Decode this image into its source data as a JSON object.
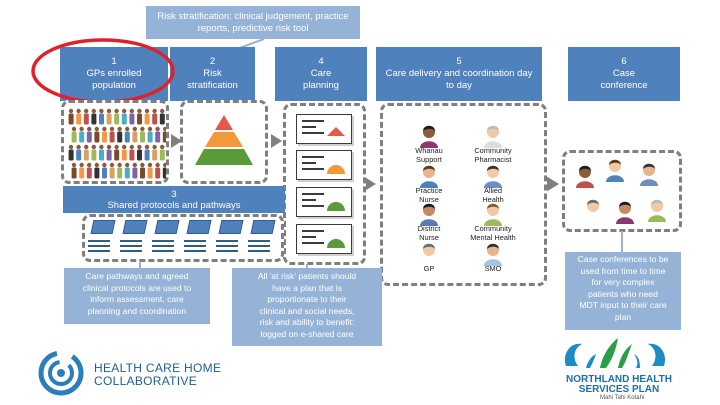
{
  "callout": {
    "text_line1": "Risk stratification: clinical judgement, practice",
    "text_line2": "reports, predictive risk tool"
  },
  "steps": [
    {
      "number": "1",
      "line1": "GPs enrolled",
      "line2": "population"
    },
    {
      "number": "2",
      "line1": "Risk",
      "line2": "stratification"
    },
    {
      "number": "4",
      "line1": "Care",
      "line2": "planning"
    },
    {
      "number": "5",
      "line1": "Care delivery and coordination day",
      "line2": "to day"
    },
    {
      "number": "6",
      "line1": "Case",
      "line2": "conference"
    }
  ],
  "shared": {
    "number": "3",
    "label": "Shared protocols and pathways"
  },
  "notes": {
    "pathways": [
      "Care pathways and agreed",
      "clinical protocols are used to",
      "inform assessment, care",
      "planning and coordination"
    ],
    "care_plan": [
      "All 'at risk' patients should",
      "have a plan that is",
      "proportionate to their",
      "clinical and social needs,",
      "risk and ability to benefit:",
      "logged on e-shared care"
    ],
    "conference": [
      "Case conferences to be",
      "used from time to time",
      "for very complex",
      "patients who need",
      "MDT input to their care",
      "plan"
    ]
  },
  "roles": [
    {
      "line1": "Whanau",
      "line2": "Support"
    },
    {
      "line1": "Community",
      "line2": "Pharmacist"
    },
    {
      "line1": "Practice",
      "line2": "Nurse"
    },
    {
      "line1": "Allied",
      "line2": "Health"
    },
    {
      "line1": "District",
      "line2": "Nurse"
    },
    {
      "line1": "Community",
      "line2": "Mental Health"
    },
    {
      "line1": "GP",
      "line2": ""
    },
    {
      "line1": "SMO",
      "line2": ""
    }
  ],
  "logos": {
    "hchc_line1": "HEALTH CARE HOME",
    "hchc_line2": "COLLABORATIVE",
    "northland_line1": "NORTHLAND HEALTH",
    "northland_line2": "SERVICES PLAN",
    "northland_tagline": "Mahi Tahi Kotahi"
  },
  "colors": {
    "accent_blue": "#4f81bd",
    "light_blue": "#95b3d7",
    "highlight_red": "#e0202a",
    "risk_red": "#e8574c",
    "risk_orange": "#f29a3a",
    "risk_green": "#5a9a3a"
  },
  "icons": [
    "people-crowd-icon",
    "risk-pyramid-icon",
    "care-plan-document-icon",
    "person-avatar-icon",
    "arrow-right-icon"
  ]
}
